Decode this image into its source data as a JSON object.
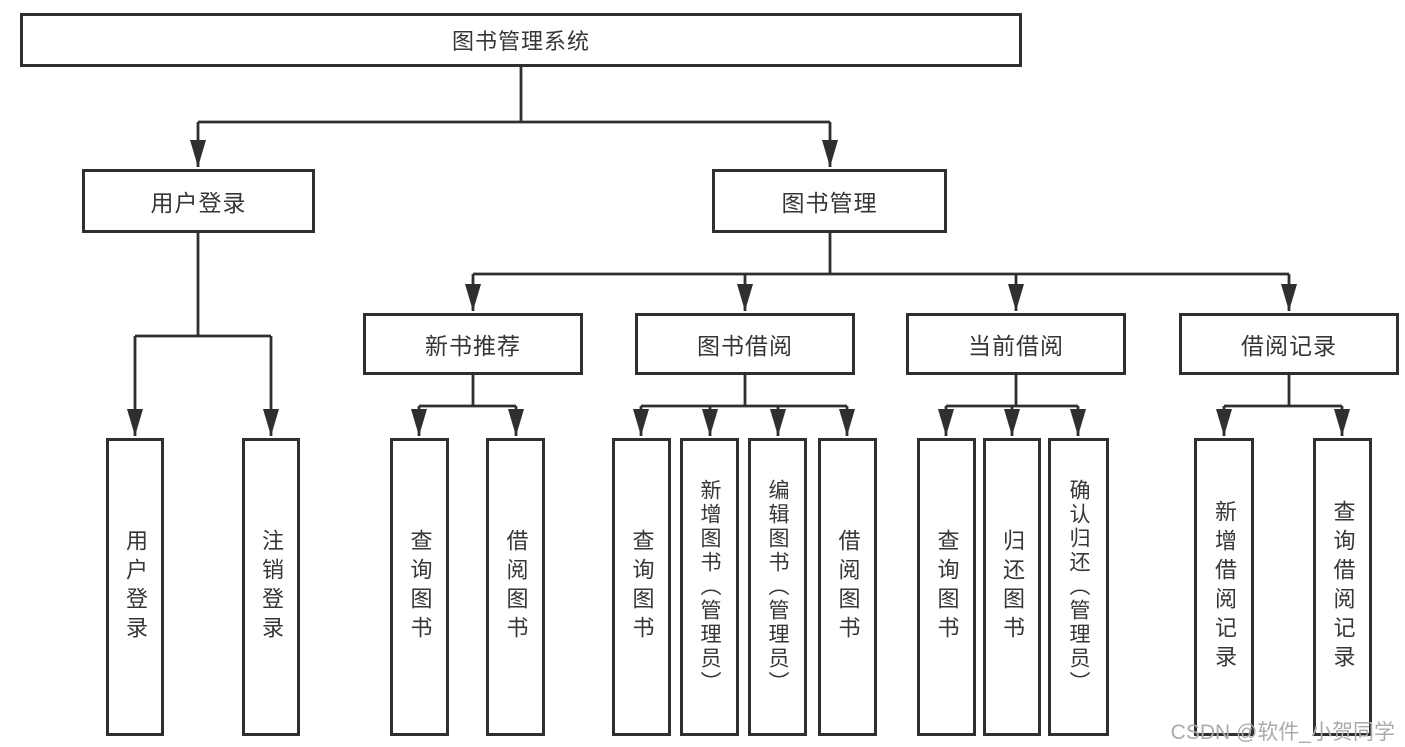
{
  "tree": {
    "root": {
      "label": "图书管理系统",
      "children": [
        {
          "label": "用户登录",
          "children": [
            {
              "label": "用户登录"
            },
            {
              "label": "注销登录"
            }
          ]
        },
        {
          "label": "图书管理",
          "children": [
            {
              "label": "新书推荐",
              "children": [
                {
                  "label": "查询图书"
                },
                {
                  "label": "借阅图书"
                }
              ]
            },
            {
              "label": "图书借阅",
              "children": [
                {
                  "label": "查询图书"
                },
                {
                  "label": "新增图书（管理员）"
                },
                {
                  "label": "编辑图书（管理员）"
                },
                {
                  "label": "借阅图书"
                }
              ]
            },
            {
              "label": "当前借阅",
              "children": [
                {
                  "label": "查询图书"
                },
                {
                  "label": "归还图书"
                },
                {
                  "label": "确认归还（管理员）"
                }
              ]
            },
            {
              "label": "借阅记录",
              "children": [
                {
                  "label": "新增借阅记录"
                },
                {
                  "label": "查询借阅记录"
                }
              ]
            }
          ]
        }
      ]
    }
  },
  "watermark": {
    "text": "CSDN @软件_小贺同学"
  },
  "colors": {
    "line": "#2f2f2f",
    "text": "#363636",
    "watermark": "#ababab",
    "background": "#ffffff"
  }
}
